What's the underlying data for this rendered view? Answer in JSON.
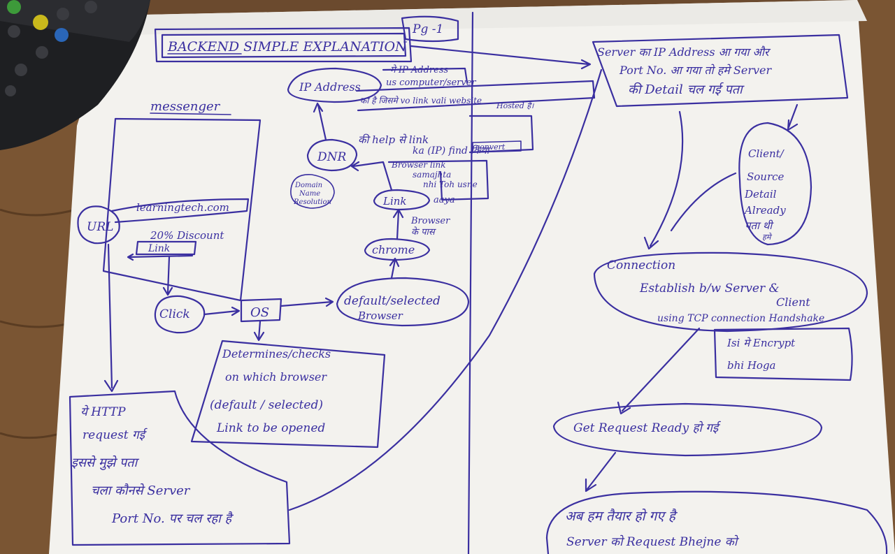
{
  "notes": {
    "title": "BACKEND SIMPLE EXPLANATION",
    "page_no": "Pg -1",
    "messenger": "messenger",
    "url_text": "learningtech.com",
    "url_label": "URL",
    "discount": "20% Discount",
    "link_btn": "Link",
    "click": "Click",
    "os": "OS",
    "browser_1": "default/selected",
    "browser_2": "Browser",
    "chrome": "chrome",
    "browser_ke_paas": "Browser ke paas",
    "link_aaya": "aaya",
    "browser_nahi_1": "Browser link",
    "browser_nahi_2": "samajhta",
    "browser_nahi_3": "nhi  Toh usne",
    "dnr": "DNR",
    "domain_name_1": "Domain",
    "domain_name_2": "Name",
    "domain_name_3": "Resolution",
    "dnr_help_1": "की help से link",
    "dnr_help_2": "ka (IP) find किया",
    "dnr_help_3": "convert",
    "ip_address": "IP Address",
    "ip_desc_1": "मे IP Address",
    "ip_desc_2": "us computer/server",
    "ip_desc_3": "का है जिसमे vo link vali website",
    "ip_desc_4": "Hosted है।",
    "determines_1": "Determines/checks",
    "determines_2": "on which browser",
    "determines_3": "(default / selected)",
    "determines_4": "Link to be opened",
    "http_1": "ये HTTP",
    "http_2": "request गई",
    "http_3": "इससे मुझे पता",
    "http_4": "चला कौनसे Server",
    "http_5": "Port No. पर चल रहा है",
    "server_1": "Server का IP Address आ गया और",
    "server_2": "Port No. आ गया तो हमे Server",
    "server_3": "की Detail चल गई पता",
    "client_1": "Client/",
    "client_2": "Source",
    "client_3": "Detail",
    "client_4": "Already",
    "client_5": "पता थी",
    "client_6": "हमे",
    "conn_1": "Connection",
    "conn_2": "Establish b/w Server &",
    "conn_3": "Client",
    "conn_4": "using TCP connection Handshake",
    "encrypt_1": "Isi मे Encrypt",
    "encrypt_2": "bhi Hoga",
    "get_req": "Get Request Ready हो गई",
    "final_1": "अब हम तैयार हो गए है",
    "final_2": "Server को Request  Bhejne को"
  },
  "colors": {
    "paper": "#f3f2ee",
    "ink": "#3a2fa0",
    "table_wood": "#6b4a2e"
  },
  "remote": {
    "icons": [
      "green-button-icon",
      "yellow-button-icon",
      "blue-button-icon",
      "exit-button-icon"
    ]
  }
}
